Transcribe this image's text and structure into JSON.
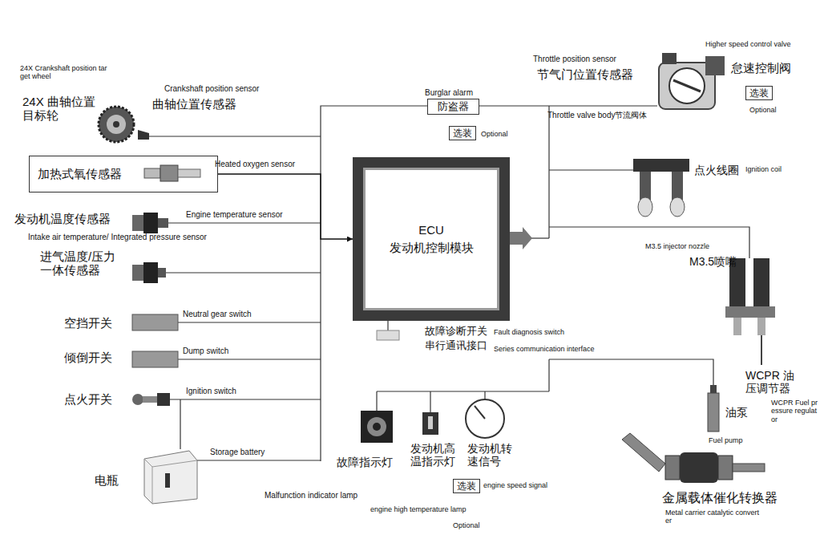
{
  "diagram": {
    "nodes": [
      {
        "text": [
          "防盗器"
        ]
      },
      {
        "text": [
          "选装"
        ]
      },
      {
        "text": [
          "选装"
        ]
      },
      {
        "text": [
          "加热式氧传感器"
        ]
      },
      {
        "text": [
          "ECU",
          "发动机控制模块"
        ]
      },
      {
        "text": [
          "选装"
        ]
      }
    ],
    "edges": [
      {
        "from": 3,
        "to": 4,
        "arrow": "to"
      }
    ],
    "labels": [
      "24X Crankshaft position target wheel",
      "24X 曲轴位置目标轮",
      "Crankshaft position sensor",
      "曲轴位置传感器",
      "Heated oxygen sensor",
      "发动机温度传感器",
      "Engine temperature sensor",
      "Intake air temperature/ Integrated pressure sensor",
      "进气温度/压力 一体传感器",
      "空挡开关",
      "Neutral gear switch",
      "倾倒开关",
      "Dump switch",
      "点火开关",
      "Ignition switch",
      "电瓶",
      "Storage battery",
      "Malfunction indicator lamp",
      "Burglar alarm",
      "Optional",
      "故障诊断开关",
      "Fault diagnosis switch",
      "串行通讯接口",
      "Series communication interface",
      "故障指示灯",
      "发动机高温指示灯",
      "发动机转速信号",
      "engine speed signal",
      "engine high temperature lamp",
      "Optional",
      "Higher speed control valve",
      "Throttle position sensor",
      "节气门位置传感器",
      "怠速控制阀",
      "Optional",
      "Throttle valve body节流阀体",
      "点火线圈",
      "Ignition coil",
      "M3.5 injector nozzle",
      "M3.5喷嘴",
      "WCPR 油压调节器",
      "WCPR Fuel pressure regulator",
      "油泵",
      "Fuel pump",
      "金属载体催化转换器",
      "Metal carrier catalytic converter"
    ]
  }
}
